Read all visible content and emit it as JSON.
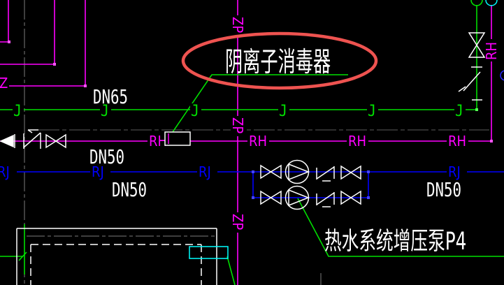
{
  "labels": {
    "dn65": "DN65",
    "dn50": "DN50",
    "j": "J",
    "rh": "RH",
    "rj": "RJ",
    "zp": "ZP",
    "z_partial": "Z"
  },
  "annotations": {
    "anion_sterilizer": "阴离子消毒器",
    "booster_pump": "热水系统增压泵P4"
  },
  "colors": {
    "background": "#000000",
    "j_pipe_green": "#00df00",
    "rh_pipe_magenta": "#ff00ff",
    "rj_pipe_blue": "#0000ff",
    "centerline_gray": "#7d7d7d",
    "symbol_white": "#ffffff",
    "equipment_cyan": "#00ffff",
    "highlight_red": "#ee5350"
  }
}
